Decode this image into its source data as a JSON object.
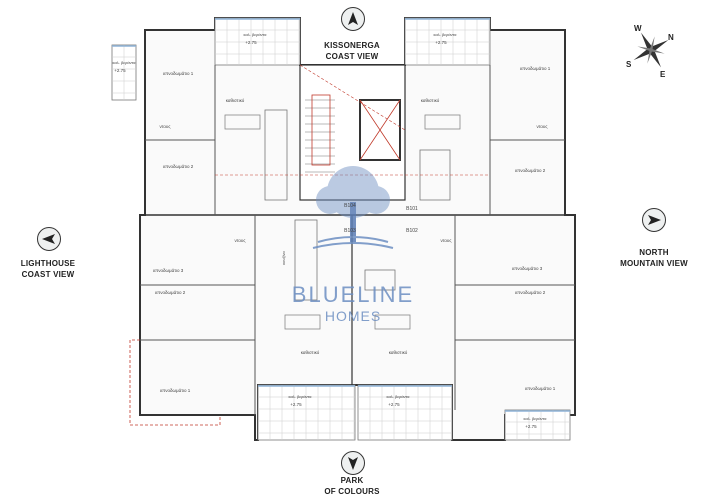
{
  "views": {
    "north": "KISSONERGA\nCOAST VIEW",
    "west": "LIGHTHOUSE\nCOAST VIEW",
    "east": "NORTH\nMOUNTAIN VIEW",
    "south": "PARK\nOF COLOURS"
  },
  "compass_rose": {
    "w": "W",
    "n": "N",
    "s": "S",
    "e": "E"
  },
  "logo": {
    "line1": "BLUELINE",
    "line2": "HOMES",
    "color": "#6d8fc2"
  },
  "units": [
    "B101",
    "B102",
    "B103",
    "B104"
  ],
  "rooms": {
    "living": "καθιστικό",
    "bedroom1": "υπνοδωμάτιο 1",
    "bedroom2": "υπνοδωμάτιο 2",
    "bedroom3": "υπνοδωμάτιο 3",
    "shower": "ντους",
    "kitchen": "κουζίνα",
    "veranda": "καλ. βεράντα",
    "level": "+2.75"
  },
  "colors": {
    "wall": "#333333",
    "glass": "#8fb4d8",
    "boundary": "#c0392b"
  }
}
